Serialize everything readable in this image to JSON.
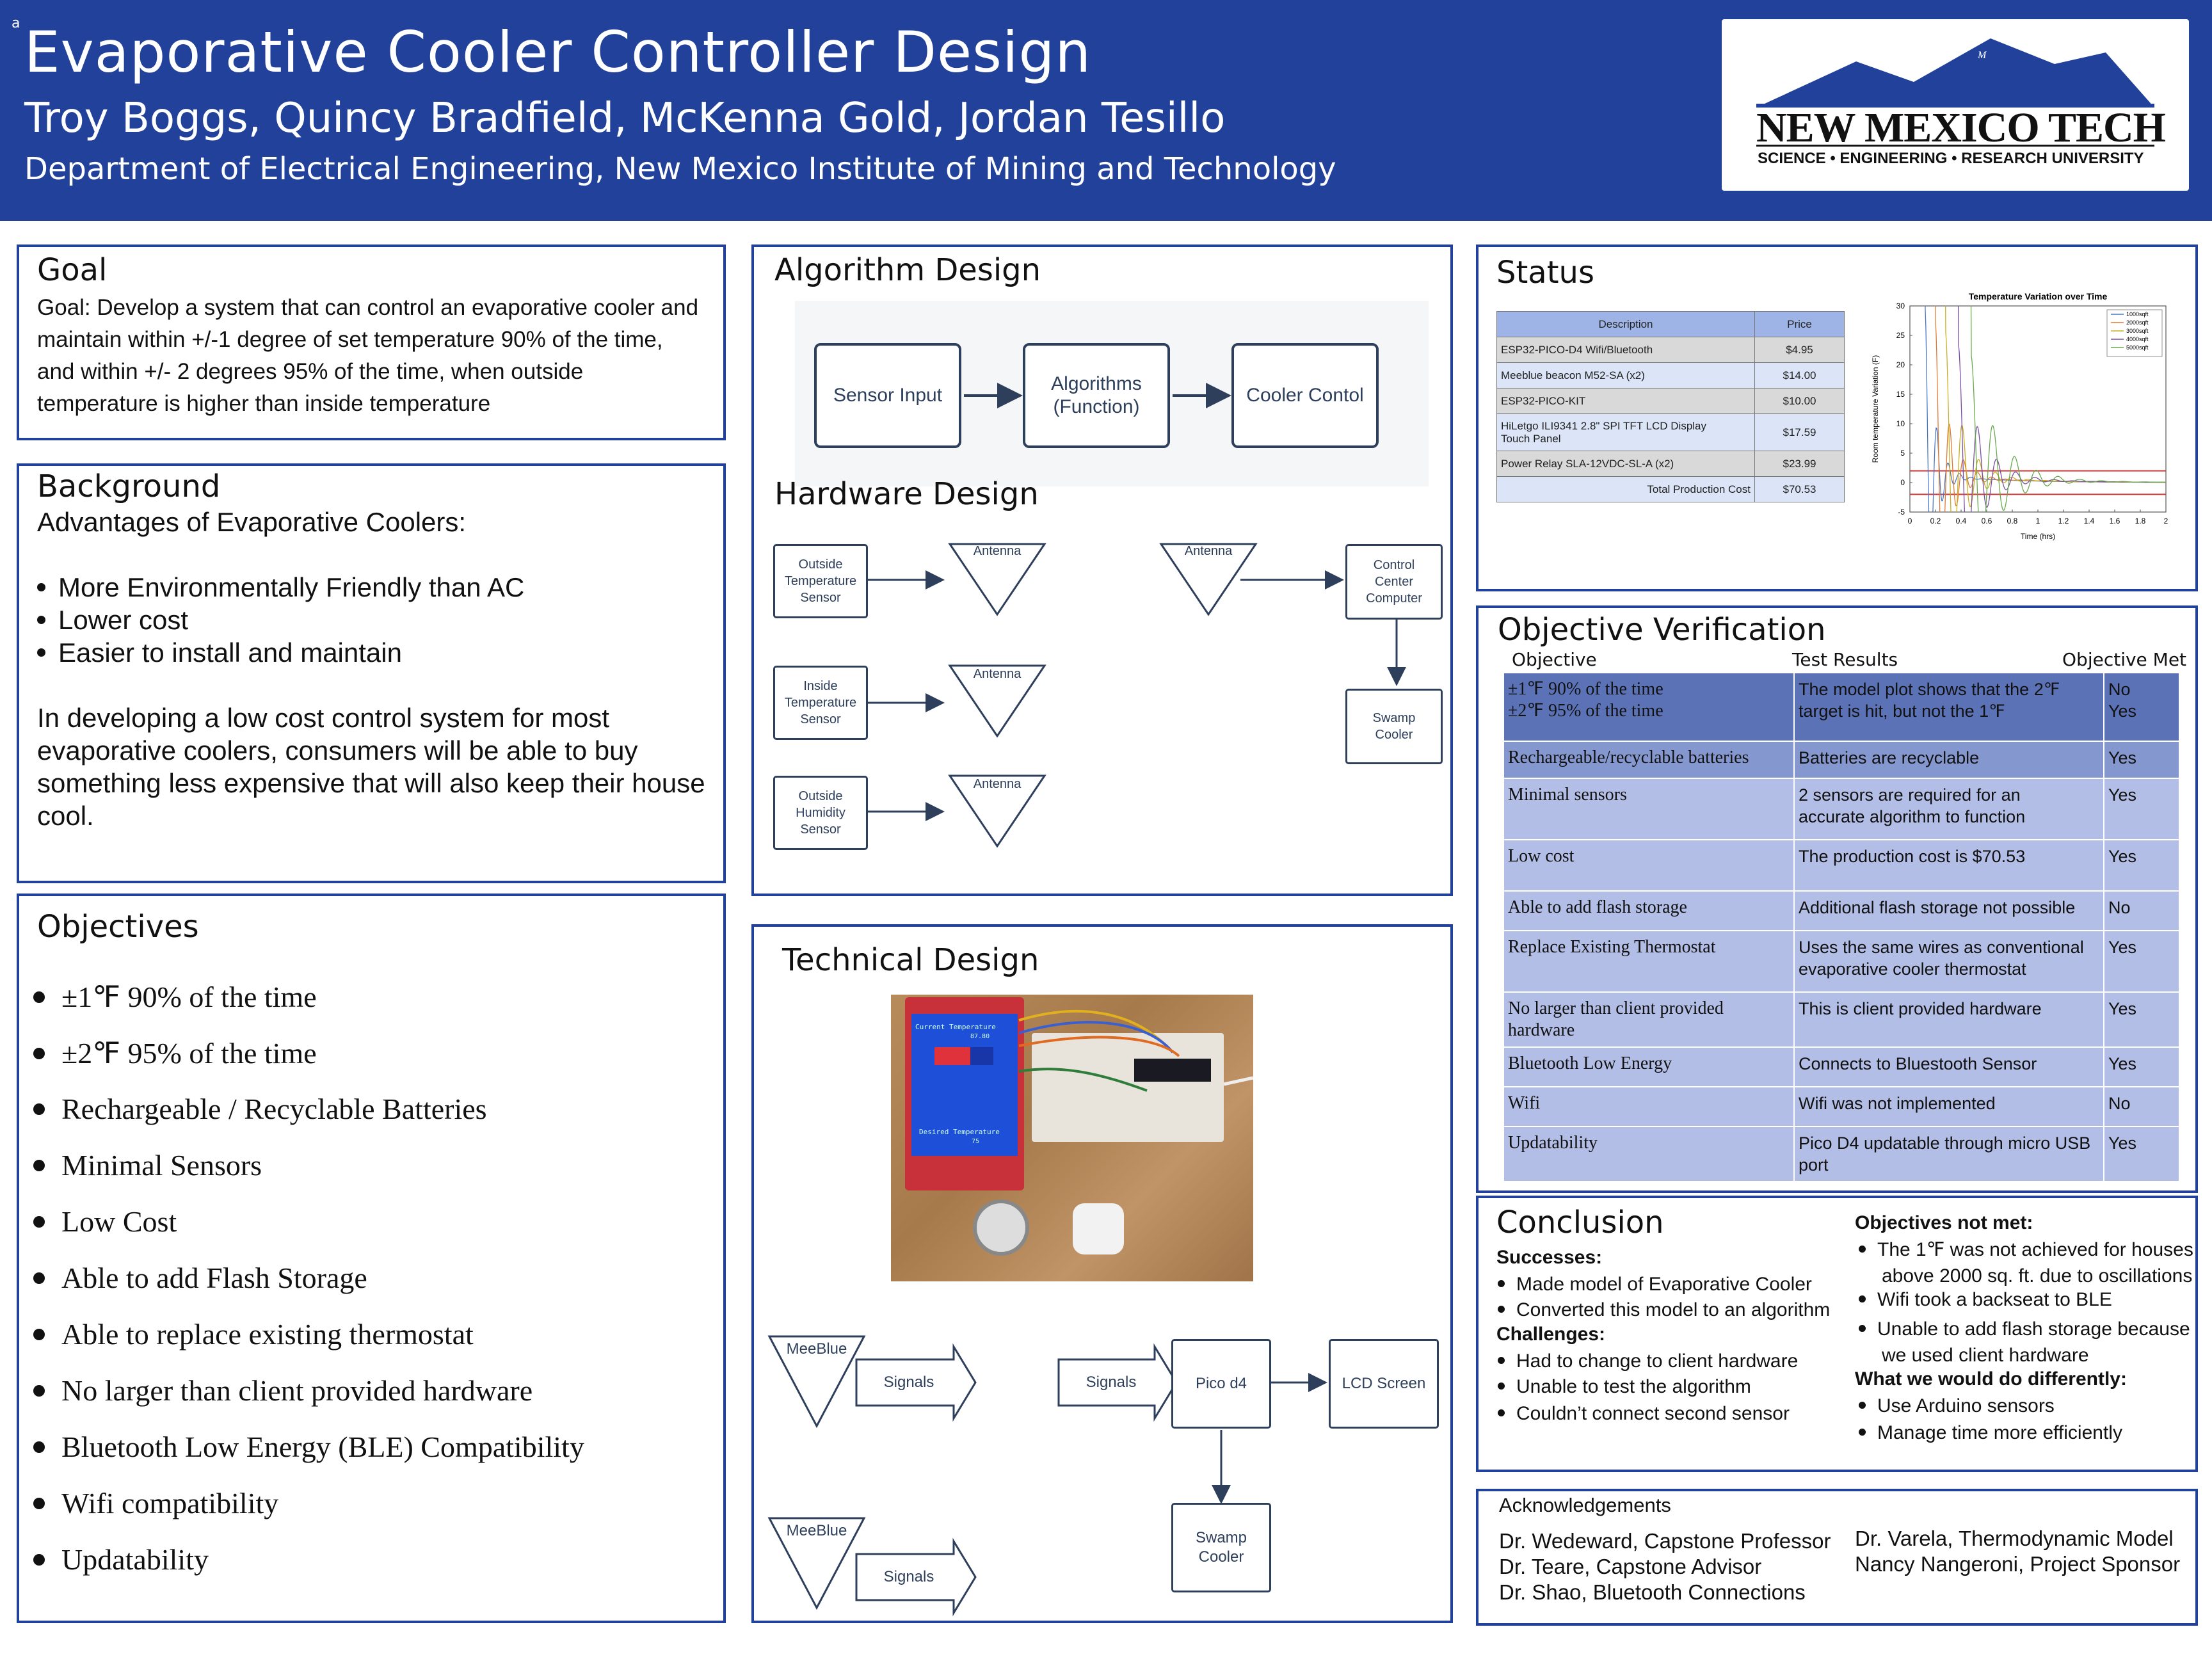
{
  "header": {
    "corner": "a",
    "title": "Evaporative Cooler Controller Design",
    "authors": "Troy Boggs, Quincy Bradfield, McKenna Gold, Jordan Tesillo",
    "department": "Department of Electrical Engineering, New Mexico Institute of Mining and Technology",
    "logo_name": "NEW MEXICO TECH",
    "logo_sub": "SCIENCE • ENGINEERING • RESEARCH UNIVERSITY",
    "logo_mark": "M"
  },
  "goal": {
    "title": "Goal",
    "lines": [
      "Goal: Develop a system that can control an evaporative cooler and",
      "maintain within +/-1 degree of set temperature 90% of the time,",
      "and within +/- 2 degrees 95% of the time, when outside",
      "temperature is higher than inside temperature"
    ]
  },
  "background": {
    "title": "Background",
    "intro": "Advantages of Evaporative Coolers:",
    "bullets": [
      "More Environmentally Friendly than AC",
      "Lower cost",
      "Easier to install and maintain"
    ],
    "para": [
      "In developing a low cost control system for most",
      "evaporative coolers,  consumers will be able to buy",
      "something less expensive that will also keep their house",
      "cool."
    ]
  },
  "objectives": {
    "title": "Objectives",
    "items": [
      "±1℉ 90% of the time",
      "±2℉ 95% of the time",
      "Rechargeable / Recyclable Batteries",
      "Minimal Sensors",
      "Low Cost",
      "Able to add Flash Storage",
      "Able to replace existing thermostat",
      "No larger than client provided hardware",
      "Bluetooth Low Energy (BLE) Compatibility",
      "Wifi compatibility",
      "Updatability"
    ]
  },
  "algorithm": {
    "title": "Algorithm Design",
    "boxes": [
      "Sensor Input",
      "Algorithms",
      "(Function)",
      "Cooler Contol"
    ]
  },
  "hardware": {
    "title": "Hardware Design",
    "sensors": [
      [
        "Outside",
        "Temperature",
        "Sensor"
      ],
      [
        "Inside",
        "Temperature",
        "Sensor"
      ],
      [
        "Outside",
        "Humidity",
        "Sensor"
      ]
    ],
    "antenna": "Antenna",
    "computer": [
      "Control",
      "Center",
      "Computer"
    ],
    "cooler": [
      "Swamp",
      "Cooler"
    ]
  },
  "technical": {
    "title": "Technical Design",
    "lcd_text_1": "Current Temperature",
    "lcd_value_1": "87.80",
    "lcd_text_2": "Desired Temperature",
    "lcd_value_2": "75",
    "meeblue": "MeeBlue",
    "signals": "Signals",
    "pico": "Pico d4",
    "lcd": "LCD Screen",
    "swamp": [
      "Swamp",
      "Cooler"
    ]
  },
  "status": {
    "title": "Status",
    "table_header": [
      "Description",
      "Price"
    ],
    "rows": [
      [
        "ESP32-PICO-D4 Wifi/Bluetooth",
        "$4.95"
      ],
      [
        "Meeblue beacon M52-SA (x2)",
        "$14.00"
      ],
      [
        "ESP32-PICO-KIT",
        "$10.00"
      ],
      [
        "HiLetgo ILI9341 2.8\" SPI TFT LCD Display",
        "$17.59"
      ],
      [
        "Power Relay SLA-12VDC-SL-A (x2)",
        "$23.99"
      ]
    ],
    "row4_line2": "Touch Panel",
    "total": [
      "Total Production Cost",
      "$70.53"
    ]
  },
  "chart_data": {
    "type": "line",
    "title": "Temperature Variation over Time",
    "xlabel": "Time (hrs)",
    "ylabel": "Room temperature Variation (F)",
    "xlim": [
      0,
      2
    ],
    "ylim": [
      -5,
      30
    ],
    "xticks": [
      "0",
      "0.2",
      "0.4",
      "0.6",
      "0.8",
      "1",
      "1.2",
      "1.4",
      "1.6",
      "1.8",
      "2"
    ],
    "yticks": [
      "-5",
      "0",
      "5",
      "10",
      "15",
      "20",
      "25",
      "30"
    ],
    "legend_position": "top-right",
    "series": [
      {
        "name": "1000sqft",
        "color": "#4a78c4",
        "start": 0.12,
        "amp": 28,
        "decay": 14,
        "period": 0.09
      },
      {
        "name": "2000sqft",
        "color": "#e07a33",
        "start": 0.2,
        "amp": 26,
        "decay": 10,
        "period": 0.11
      },
      {
        "name": "3000sqft",
        "color": "#c8b020",
        "start": 0.28,
        "amp": 24,
        "decay": 8,
        "period": 0.13
      },
      {
        "name": "4000sqft",
        "color": "#7a4fa0",
        "start": 0.38,
        "amp": 22,
        "decay": 6.5,
        "period": 0.15
      },
      {
        "name": "5000sqft",
        "color": "#69a84f",
        "start": 0.48,
        "amp": 20,
        "decay": 5,
        "period": 0.17
      }
    ],
    "reference_lines": [
      {
        "y": 2,
        "color": "#d23a3a"
      },
      {
        "y": -2,
        "color": "#d23a3a"
      }
    ],
    "grid": false
  },
  "verification": {
    "title": "Objective Verification",
    "headers": [
      "Objective",
      "Test Results",
      "Objective Met"
    ],
    "rows": [
      {
        "obj": [
          "±1℉ 90% of the time",
          "±2℉ 95% of the time"
        ],
        "res": [
          "The model plot shows that the 2℉",
          "target is hit, but not the 1℉"
        ],
        "met": [
          "No",
          "Yes"
        ],
        "shade": "#5b72b6"
      },
      {
        "obj": [
          "Rechargeable/recyclable batteries"
        ],
        "res": [
          "Batteries are recyclable"
        ],
        "met": [
          "Yes"
        ],
        "shade": "#8597cf"
      },
      {
        "obj": [
          "Minimal sensors"
        ],
        "res": [
          "2 sensors are required for an",
          "accurate algorithm to function"
        ],
        "met": [
          "Yes"
        ],
        "shade": "#b3bee6"
      },
      {
        "obj": [
          "Low cost"
        ],
        "res": [
          "The production cost is $70.53"
        ],
        "met": [
          "Yes"
        ],
        "shade": "#b3bee6"
      },
      {
        "obj": [
          "Able to add flash storage"
        ],
        "res": [
          "Additional flash storage not possible"
        ],
        "met": [
          "No"
        ],
        "shade": "#b3bee6"
      },
      {
        "obj": [
          "Replace Existing Thermostat"
        ],
        "res": [
          "Uses the same wires as conventional",
          "evaporative cooler thermostat"
        ],
        "met": [
          "Yes"
        ],
        "shade": "#b3bee6"
      },
      {
        "obj": [
          "No larger than client provided",
          "hardware"
        ],
        "res": [
          "This is client provided hardware"
        ],
        "met": [
          "Yes"
        ],
        "shade": "#b3bee6"
      },
      {
        "obj": [
          "Bluetooth Low Energy"
        ],
        "res": [
          "Connects to Bluestooth Sensor"
        ],
        "met": [
          "Yes"
        ],
        "shade": "#b3bee6"
      },
      {
        "obj": [
          "Wifi"
        ],
        "res": [
          "Wifi was not implemented"
        ],
        "met": [
          "No"
        ],
        "shade": "#b3bee6"
      },
      {
        "obj": [
          "Updatability"
        ],
        "res": [
          "Pico D4 updatable through micro USB",
          "port"
        ],
        "met": [
          "Yes"
        ],
        "shade": "#b3bee6"
      }
    ]
  },
  "conclusion": {
    "title": "Conclusion",
    "successes_label": "Successes:",
    "successes": [
      "Made model of Evaporative Cooler",
      "Converted this model to an algorithm"
    ],
    "challenges_label": "Challenges:",
    "challenges": [
      "Had to change to client hardware",
      "Unable to test the algorithm",
      "Couldn’t connect second sensor"
    ],
    "notmet_label": "Objectives not met:",
    "notmet": [
      [
        "The 1℉ was not achieved for houses",
        "above 2000 sq. ft. due to oscillations"
      ],
      [
        "Wifi took a backseat to BLE"
      ],
      [
        "Unable to add flash storage because",
        "we used client hardware"
      ]
    ],
    "diff_label": "What we would do differently:",
    "diff": [
      "Use Arduino sensors",
      "Manage time more efficiently"
    ]
  },
  "acknowledgements": {
    "title": "Acknowledgements",
    "left": [
      "Dr. Wedeward, Capstone Professor",
      "Dr. Teare, Capstone Advisor",
      "Dr. Shao, Bluetooth Connections"
    ],
    "right": [
      "Dr. Varela, Thermodynamic Model",
      "Nancy Nangeroni, Project Sponsor"
    ]
  }
}
